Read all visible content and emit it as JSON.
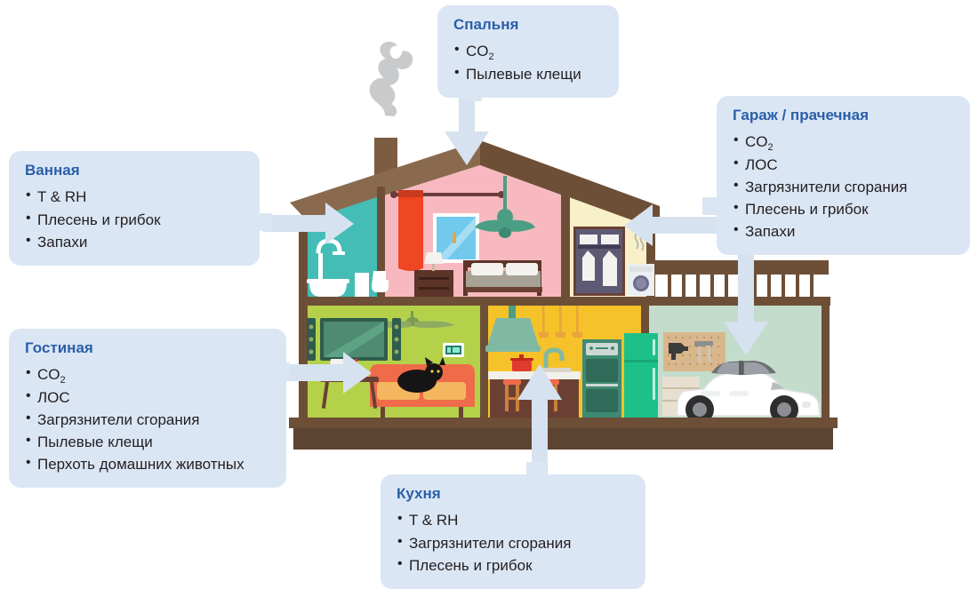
{
  "diagram": {
    "title": "Indoor air quality sources by room",
    "background": "#ffffff",
    "callout_bg": "#dbe6f4",
    "heading_color": "#2a5fa8",
    "body_color": "#231f20",
    "arrow_color": "#d6e2f0"
  },
  "callouts": [
    {
      "id": "bedroom",
      "title": "Спальня",
      "items": [
        {
          "text": "CO",
          "sub": "2"
        },
        {
          "text": "Пылевые клещи",
          "sub": ""
        }
      ]
    },
    {
      "id": "garage-laundry",
      "title": "Гараж / прачечная",
      "items": [
        {
          "text": "CO",
          "sub": "2"
        },
        {
          "text": "ЛОС",
          "sub": ""
        },
        {
          "text": "Загрязнители сгорания",
          "sub": ""
        },
        {
          "text": "Плесень и грибок",
          "sub": ""
        },
        {
          "text": "Запахи",
          "sub": ""
        }
      ]
    },
    {
      "id": "bathroom",
      "title": "Ванная",
      "items": [
        {
          "text": "T & RH",
          "sub": ""
        },
        {
          "text": "Плесень и грибок",
          "sub": ""
        },
        {
          "text": "Запахи",
          "sub": ""
        }
      ]
    },
    {
      "id": "living-room",
      "title": "Гостиная",
      "items": [
        {
          "text": "CO",
          "sub": "2"
        },
        {
          "text": "ЛОС",
          "sub": ""
        },
        {
          "text": "Загрязнители сгорания",
          "sub": ""
        },
        {
          "text": "Пылевые клещи",
          "sub": ""
        },
        {
          "text": "Перхоть домашних животных",
          "sub": ""
        }
      ]
    },
    {
      "id": "kitchen",
      "title": "Кухня",
      "items": [
        {
          "text": "T & RH",
          "sub": ""
        },
        {
          "text": "Загрязнители сгорания",
          "sub": ""
        },
        {
          "text": "Плесень и грибок",
          "sub": ""
        }
      ]
    }
  ],
  "house": {
    "rooms": [
      {
        "name": "bathroom",
        "color": "#45bdb7"
      },
      {
        "name": "bedroom",
        "color": "#f7b9bf"
      },
      {
        "name": "laundry",
        "color": "#f8f0c8"
      },
      {
        "name": "living-room",
        "color": "#b5d14a"
      },
      {
        "name": "kitchen",
        "color": "#f6c229"
      },
      {
        "name": "garage",
        "color": "#c4dccb"
      }
    ],
    "structure_color": "#6d4f37",
    "roof_color": "#8a6a4e",
    "foundation_color": "#5d4332",
    "chimney_smoke_color": "#c9cacb"
  }
}
